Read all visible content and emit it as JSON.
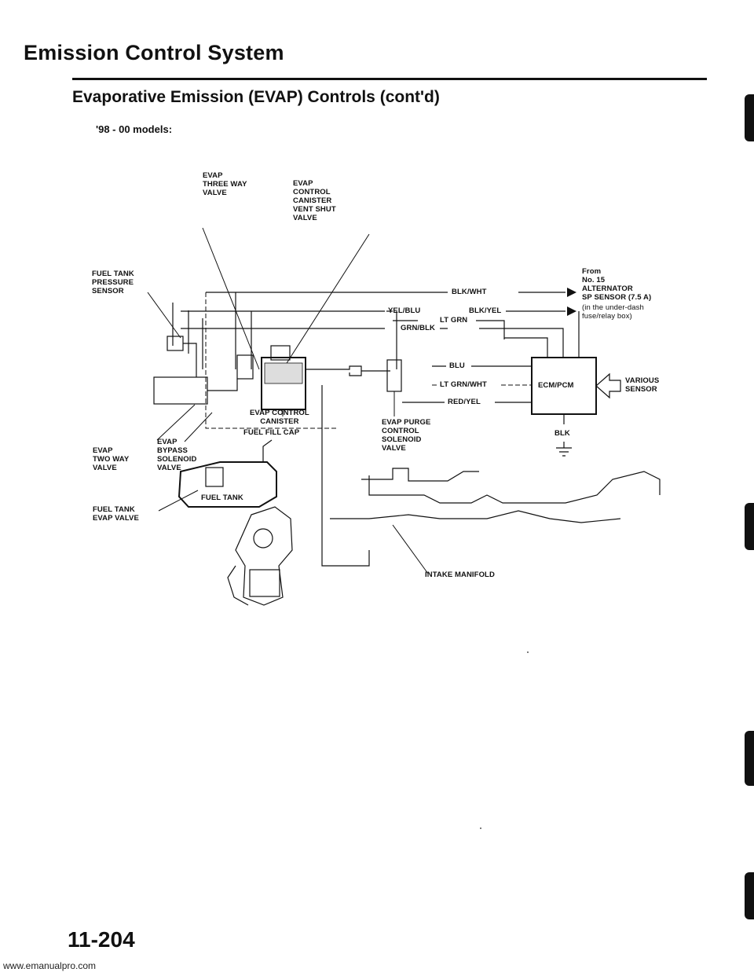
{
  "header": {
    "title": "Emission Control System",
    "section": "Evaporative Emission (EVAP) Controls (cont'd)",
    "models": "'98 - 00 models:"
  },
  "diagram": {
    "labels": {
      "three_way_valve": "EVAP\nTHREE WAY\nVALVE",
      "vent_shut_valve": "EVAP\nCONTROL\nCANISTER\nVENT SHUT\nVALVE",
      "tank_pressure_sensor": "FUEL TANK\nPRESSURE\nSENSOR",
      "from_fuse": "From\nNo. 15\nALTERNATOR\nSP SENSOR (7.5 A)",
      "fuse_box_note": "(in the under-dash\nfuse/relay box)",
      "ecm_pcm": "ECM/PCM",
      "various_sensor": "VARIOUS\nSENSOR",
      "control_canister": "EVAP CONTROL\nCANISTER",
      "fuel_fill_cap": "FUEL FILL CAP",
      "purge_valve": "EVAP PURGE\nCONTROL\nSOLENOID\nVALVE",
      "two_way_valve": "EVAP\nTWO WAY\nVALVE",
      "bypass_valve": "EVAP\nBYPASS\nSOLENOID\nVALVE",
      "fuel_tank": "FUEL TANK",
      "tank_evap_valve": "FUEL TANK\nEVAP VALVE",
      "intake_manifold": "INTAKE MANIFOLD"
    },
    "wires": {
      "blk_wht": "BLK/WHT",
      "blk_yel": "BLK/YEL",
      "yel_blu": "YEL/BLU",
      "lt_grn": "LT GRN",
      "grn_blk": "GRN/BLK",
      "blu": "BLU",
      "lt_grn_wht": "LT GRN/WHT",
      "red_yel": "RED/YEL",
      "blk": "BLK"
    }
  },
  "footer": {
    "page_number": "11-204",
    "url": "www.emanualpro.com"
  }
}
